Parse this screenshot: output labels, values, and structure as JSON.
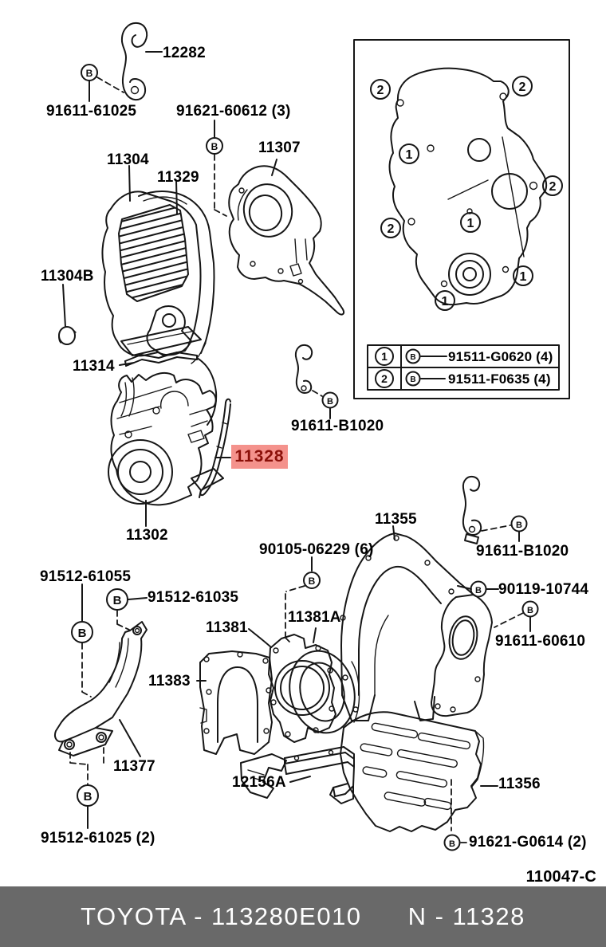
{
  "diagram": {
    "figure_code": "110047-C",
    "highlight": {
      "bg": "#f4928c",
      "fg": "#8b1009"
    },
    "footer_bg": "#696969"
  },
  "glyphs": {
    "bolt": "B"
  },
  "inset": {
    "markers": [
      "2",
      "2",
      "1",
      "2",
      "2",
      "1",
      "1",
      "1"
    ]
  },
  "legend": {
    "rows": [
      {
        "num": "1",
        "bolt": "B",
        "part": "91511-G0620 (4)"
      },
      {
        "num": "2",
        "bolt": "B",
        "part": "91511-F0635 (4)"
      }
    ]
  },
  "labels": {
    "p12282": "12282",
    "p91611_61025": "91611-61025",
    "p91621_60612": "91621-60612 (3)",
    "p11307": "11307",
    "p11304": "11304",
    "p11329": "11329",
    "p11304b": "11304B",
    "p11314": "11314",
    "p91611_b1020_left": "91611-B1020",
    "p11328": "11328",
    "p11302": "11302",
    "p11355": "11355",
    "p91611_b1020_right": "91611-B1020",
    "p90105_06229": "90105-06229 (6)",
    "p90119_10744": "90119-10744",
    "p91611_60610": "91611-60610",
    "p91512_61055": "91512-61055",
    "p91512_61035": "91512-61035",
    "p11381": "11381",
    "p11381a": "11381A",
    "p11383": "11383",
    "p11377": "11377",
    "p12156a": "12156A",
    "p11356": "11356",
    "p91512_61025": "91512-61025 (2)",
    "p91621_g0614": "91621-G0614 (2)",
    "figure_code": "110047-C"
  },
  "footer": {
    "left": "TOYOTA - 113280E010",
    "right": "N - 11328"
  }
}
